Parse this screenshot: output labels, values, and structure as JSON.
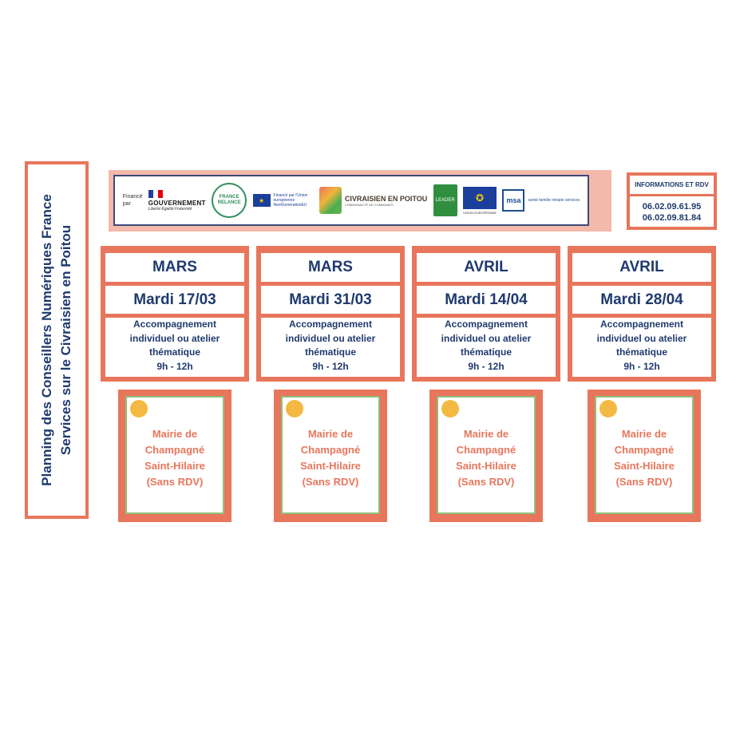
{
  "title_line1": "Planning des Conseillers Numériques France",
  "title_line2": "Services sur le Civraisien en Poitou",
  "logos": {
    "finance_par": "Financé par",
    "gouvernement": "GOUVERNEMENT",
    "gouv_motto": "Liberté Égalité Fraternité",
    "france_relance": "FRANCE RELANCE",
    "eu_funded": "Financé par l'Union européenne NextGenerationEU",
    "civraisien": "CIVRAISIEN EN POITOU",
    "civraisien_sub": "COMMUNAUTÉ DE COMMUNES",
    "leader": "LEADER",
    "eu_flag_caption": "UNION EUROPÉENNE",
    "msa_box": "msa",
    "msa_text": "santé famille retraite services"
  },
  "info": {
    "header": "INFORMATIONS ET RDV",
    "phone1": "06.02.09.61.95",
    "phone2": "06.02.09.81.84"
  },
  "sessions": [
    {
      "month": "MARS",
      "date": "Mardi 17/03",
      "desc1": "Accompagnement",
      "desc2": "individuel ou atelier",
      "desc3": "thématique",
      "hours": "9h - 12h"
    },
    {
      "month": "MARS",
      "date": "Mardi 31/03",
      "desc1": "Accompagnement",
      "desc2": "individuel ou atelier",
      "desc3": "thématique",
      "hours": "9h - 12h"
    },
    {
      "month": "AVRIL",
      "date": "Mardi 14/04",
      "desc1": "Accompagnement",
      "desc2": "individuel ou atelier",
      "desc3": "thématique",
      "hours": "9h - 12h"
    },
    {
      "month": "AVRIL",
      "date": "Mardi 28/04",
      "desc1": "Accompagnement",
      "desc2": "individuel ou atelier",
      "desc3": "thématique",
      "hours": "9h - 12h"
    }
  ],
  "locations": [
    {
      "line1": "Mairie de",
      "line2": "Champagné",
      "line3": "Saint-Hilaire",
      "line4": "(Sans RDV)"
    },
    {
      "line1": "Mairie de",
      "line2": "Champagné",
      "line3": "Saint-Hilaire",
      "line4": "(Sans RDV)"
    },
    {
      "line1": "Mairie de",
      "line2": "Champagné",
      "line3": "Saint-Hilaire",
      "line4": "(Sans RDV)"
    },
    {
      "line1": "Mairie de",
      "line2": "Champagné",
      "line3": "Saint-Hilaire",
      "line4": "(Sans RDV)"
    }
  ],
  "colors": {
    "accent": "#e8765c",
    "navy": "#1f3a6e",
    "dot": "#f4b942",
    "card_border": "#8fbf7a"
  }
}
